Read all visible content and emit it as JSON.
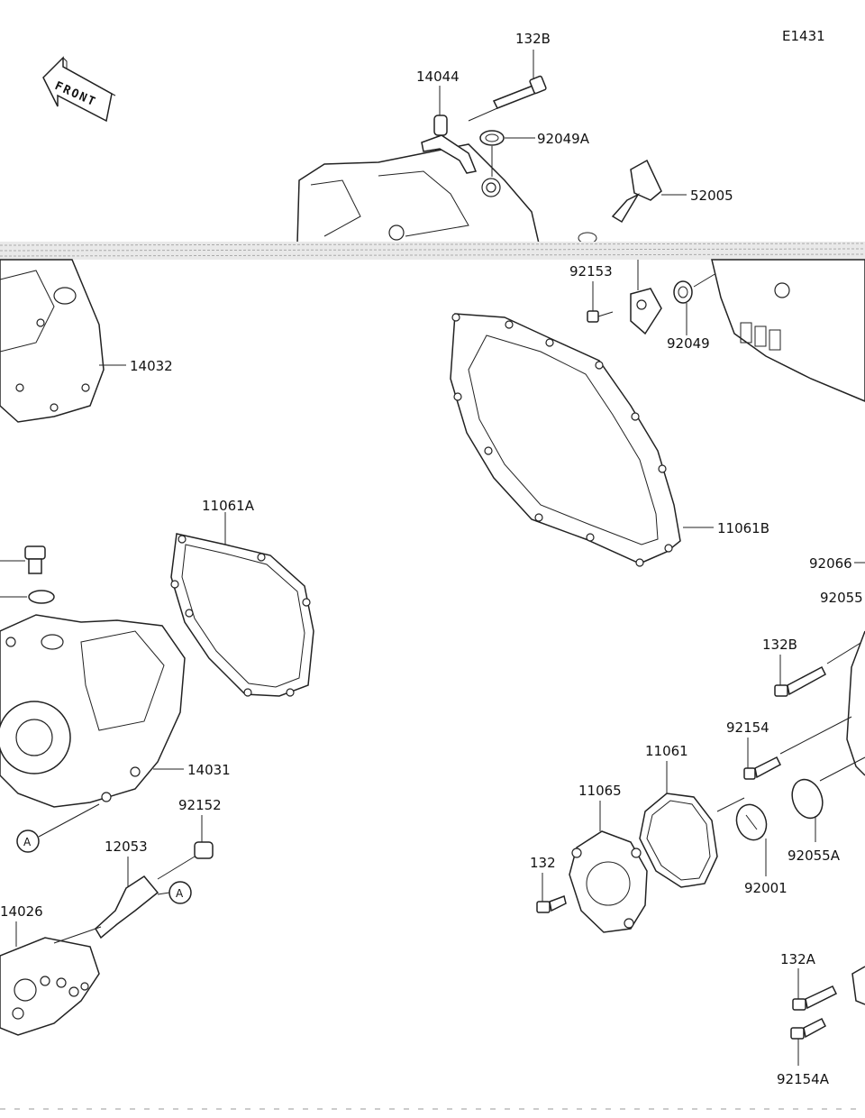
{
  "diagram_code": "E1431",
  "front_label": "FRONT",
  "callouts": {
    "ref_a1": "A",
    "ref_a2": "A"
  },
  "parts": {
    "p_132b_top": "132B",
    "p_14044": "14044",
    "p_92049a": "92049A",
    "p_52005": "52005",
    "p_92153": "92153",
    "p_92049": "92049",
    "p_14032": "14032",
    "p_11061a": "11061A",
    "p_11061b": "11061B",
    "p_92066": "92066",
    "p_92055": "92055",
    "p_132b_right": "132B",
    "p_14031": "14031",
    "p_92152": "92152",
    "p_12053": "12053",
    "p_14026": "14026",
    "p_92154": "92154",
    "p_11061": "11061",
    "p_11065": "11065",
    "p_132": "132",
    "p_92001": "92001",
    "p_92055a": "92055A",
    "p_132a": "132A",
    "p_92154a": "92154A"
  }
}
